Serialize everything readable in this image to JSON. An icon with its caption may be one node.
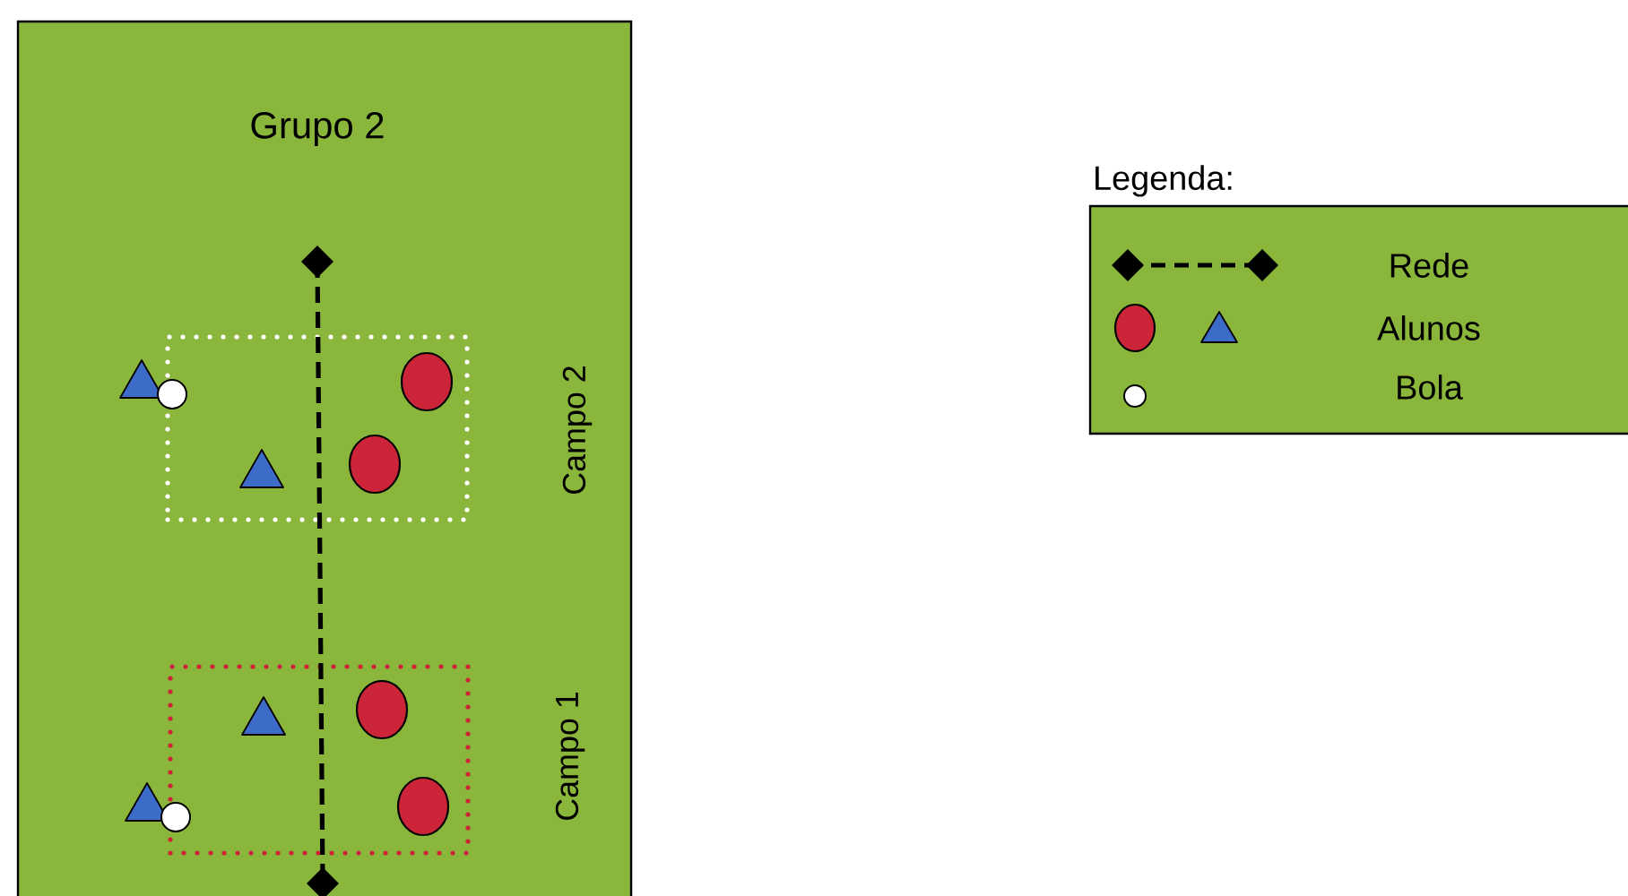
{
  "diagram": {
    "nodes": [
      {
        "text": [
          "Grupo 2"
        ]
      },
      {
        "text": [],
        "shape": "box",
        "in": 0,
        "beside": [
          "Campo 2"
        ]
      },
      {
        "text": [],
        "shape": "box",
        "in": 0,
        "beside": [
          "Campo 1"
        ]
      }
    ],
    "labels": [
      "Legenda:"
    ],
    "legend": [
      {
        "text": "Rede"
      },
      {
        "text": "Alunos"
      },
      {
        "text": "Bola"
      }
    ]
  }
}
